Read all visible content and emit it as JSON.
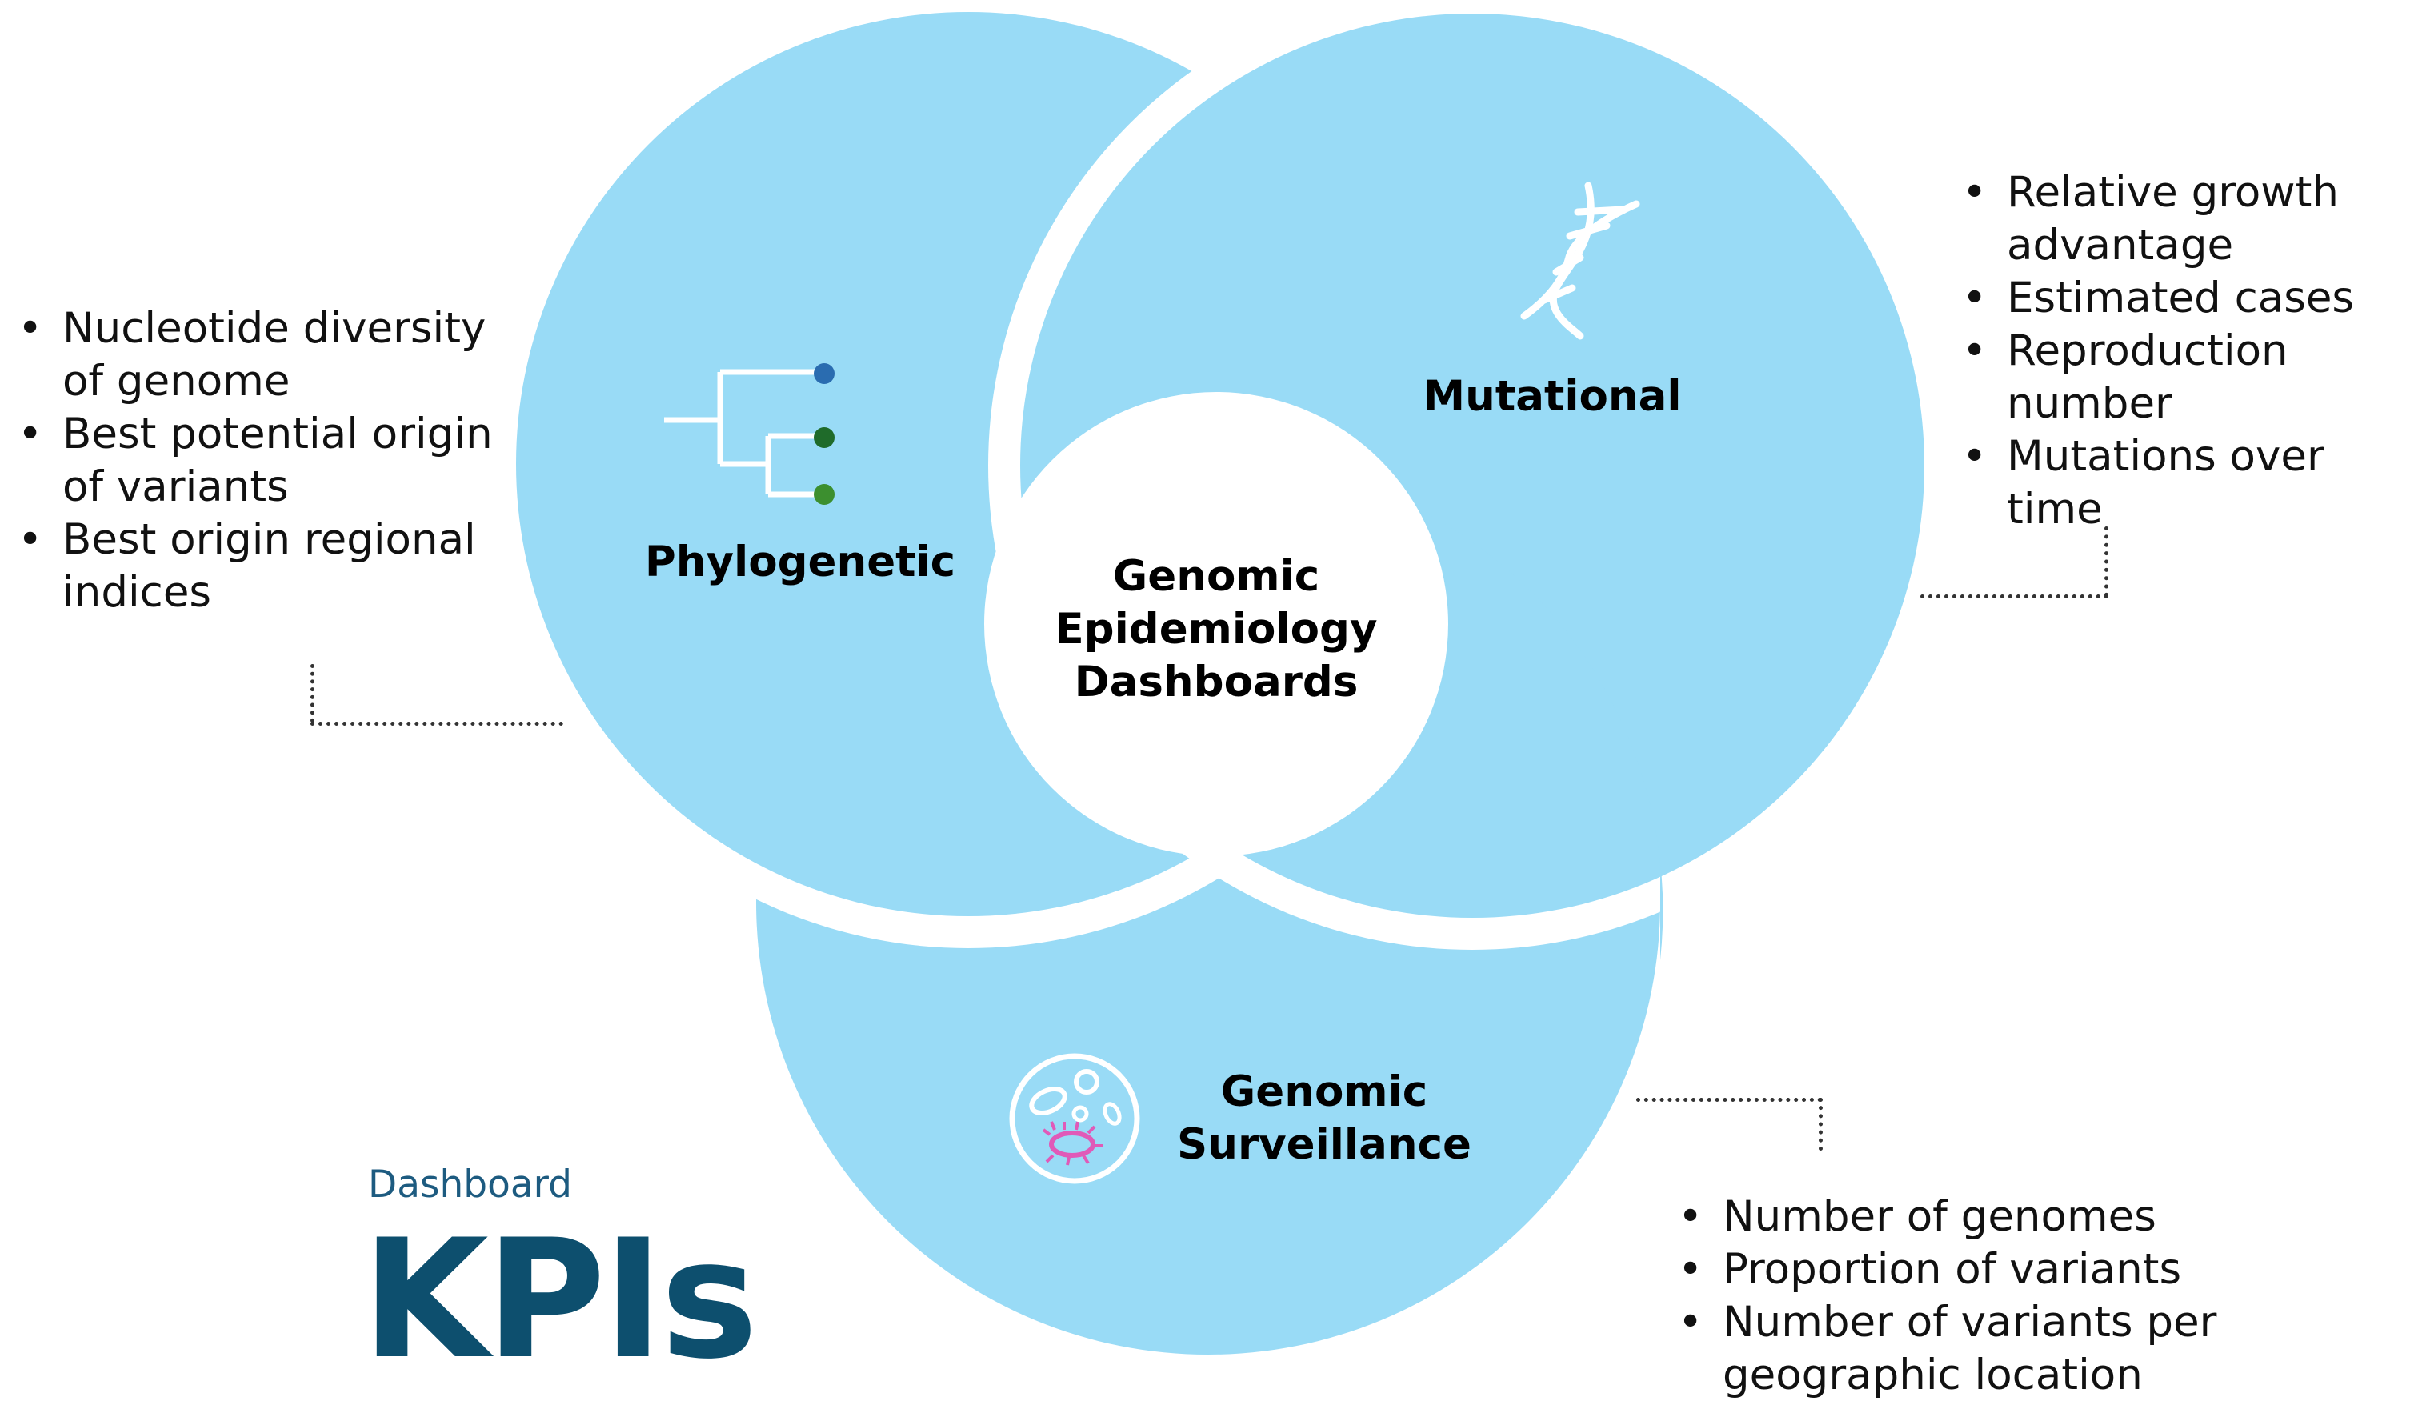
{
  "center": {
    "line1": "Genomic",
    "line2": "Epidemiology",
    "line3": "Dashboards"
  },
  "phylogenetic": {
    "label": "Phylogenetic",
    "icon": "phylogenetic-tree-icon",
    "kpis": [
      "Nucleotide diversity of genome",
      "Best potential origin of variants",
      "Best origin regional indices"
    ]
  },
  "mutational": {
    "label": "Mutational",
    "icon": "dna-helix-icon",
    "kpis": [
      "Relative growth advantage",
      "Estimated cases",
      "Reproduction number",
      "Mutations over time"
    ]
  },
  "surveillance": {
    "label_line1": "Genomic",
    "label_line2": "Surveillance",
    "icon": "petri-dish-icon",
    "kpis": [
      "Number of genomes",
      "Proportion of variants",
      "Number of variants per geographic location"
    ]
  },
  "footer": {
    "subtitle": "Dashboard",
    "title": "KPIs"
  },
  "colors": {
    "circle_fill": "#99dbf6",
    "center_fill": "#ffffff",
    "title_color": "#0d4f6e",
    "subtitle_color": "#1d5b80",
    "leaf_top": "#2a6cb0",
    "leaf_mid": "#1f6b2a",
    "leaf_bottom": "#3c8f2f",
    "microbe_color": "#e05ab8"
  }
}
